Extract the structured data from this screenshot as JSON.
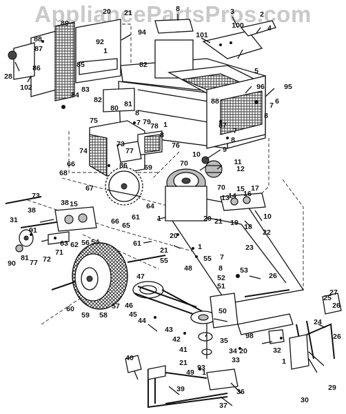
{
  "watermark": "AppliancePartsPros.com",
  "callouts": [
    {
      "id": "p8a",
      "text": "8"
    },
    {
      "id": "p20",
      "text": "20"
    },
    {
      "id": "p21",
      "text": "21"
    },
    {
      "id": "p89",
      "text": "89"
    },
    {
      "id": "p88",
      "text": "88"
    },
    {
      "id": "p87",
      "text": "87"
    },
    {
      "id": "p86a",
      "text": "86"
    },
    {
      "id": "p92",
      "text": "92"
    },
    {
      "id": "p1a",
      "text": "1"
    },
    {
      "id": "p94",
      "text": "94"
    },
    {
      "id": "p3",
      "text": "3"
    },
    {
      "id": "p2",
      "text": "2"
    },
    {
      "id": "p100",
      "text": "100"
    },
    {
      "id": "p4",
      "text": "4"
    },
    {
      "id": "p101",
      "text": "101"
    },
    {
      "id": "p28",
      "text": "28"
    },
    {
      "id": "p102",
      "text": "102"
    },
    {
      "id": "p85",
      "text": "85"
    },
    {
      "id": "p83",
      "text": "83"
    },
    {
      "id": "p84",
      "text": "84"
    },
    {
      "id": "p82a",
      "text": "82"
    },
    {
      "id": "p82b",
      "text": "82"
    },
    {
      "id": "p80",
      "text": "80"
    },
    {
      "id": "p81",
      "text": "81"
    },
    {
      "id": "p5",
      "text": "5"
    },
    {
      "id": "p95",
      "text": "95"
    },
    {
      "id": "p96",
      "text": "96"
    },
    {
      "id": "p6",
      "text": "6"
    },
    {
      "id": "p7a",
      "text": "7"
    },
    {
      "id": "p8b",
      "text": "8"
    },
    {
      "id": "p88b",
      "text": "88"
    },
    {
      "id": "p87b",
      "text": "87"
    },
    {
      "id": "p7b",
      "text": "7"
    },
    {
      "id": "p8c",
      "text": "8"
    },
    {
      "id": "p9",
      "text": "9"
    },
    {
      "id": "p8d",
      "text": "8"
    },
    {
      "id": "p7c",
      "text": "7"
    },
    {
      "id": "p75",
      "text": "75"
    },
    {
      "id": "p79",
      "text": "79"
    },
    {
      "id": "p78",
      "text": "78"
    },
    {
      "id": "p1b",
      "text": "1"
    },
    {
      "id": "p8e",
      "text": "8"
    },
    {
      "id": "p73a",
      "text": "73"
    },
    {
      "id": "p77a",
      "text": "77"
    },
    {
      "id": "p76",
      "text": "76"
    },
    {
      "id": "p74",
      "text": "74"
    },
    {
      "id": "p66a",
      "text": "66"
    },
    {
      "id": "p68",
      "text": "68"
    },
    {
      "id": "p86b",
      "text": "86"
    },
    {
      "id": "p69",
      "text": "69"
    },
    {
      "id": "p67",
      "text": "67"
    },
    {
      "id": "p10a",
      "text": "10"
    },
    {
      "id": "p11",
      "text": "11"
    },
    {
      "id": "p12",
      "text": "12"
    },
    {
      "id": "p70a",
      "text": "70"
    },
    {
      "id": "p70b",
      "text": "70"
    },
    {
      "id": "p13",
      "text": "13"
    },
    {
      "id": "p14",
      "text": "14"
    },
    {
      "id": "p15a",
      "text": "15"
    },
    {
      "id": "p16",
      "text": "16"
    },
    {
      "id": "p17",
      "text": "17"
    },
    {
      "id": "p10b",
      "text": "10"
    },
    {
      "id": "p18",
      "text": "18"
    },
    {
      "id": "p19",
      "text": "19"
    },
    {
      "id": "p73b",
      "text": "73"
    },
    {
      "id": "p38a",
      "text": "38"
    },
    {
      "id": "p38b",
      "text": "38"
    },
    {
      "id": "p15b",
      "text": "15"
    },
    {
      "id": "p31",
      "text": "31"
    },
    {
      "id": "p91",
      "text": "91"
    },
    {
      "id": "p90",
      "text": "90"
    },
    {
      "id": "p81b",
      "text": "81"
    },
    {
      "id": "p77b",
      "text": "77"
    },
    {
      "id": "p72",
      "text": "72"
    },
    {
      "id": "p71",
      "text": "71"
    },
    {
      "id": "p63",
      "text": "63"
    },
    {
      "id": "p62",
      "text": "62"
    },
    {
      "id": "p56",
      "text": "56"
    },
    {
      "id": "p54",
      "text": "54"
    },
    {
      "id": "p64",
      "text": "64"
    },
    {
      "id": "p66b",
      "text": "66"
    },
    {
      "id": "p65",
      "text": "65"
    },
    {
      "id": "p61a",
      "text": "61"
    },
    {
      "id": "p1c",
      "text": "1"
    },
    {
      "id": "p20b",
      "text": "20"
    },
    {
      "id": "p21b",
      "text": "21"
    },
    {
      "id": "p22",
      "text": "22"
    },
    {
      "id": "p23",
      "text": "23"
    },
    {
      "id": "p61b",
      "text": "61"
    },
    {
      "id": "p20c",
      "text": "20"
    },
    {
      "id": "p21c",
      "text": "21"
    },
    {
      "id": "p55a",
      "text": "55"
    },
    {
      "id": "p1d",
      "text": "1"
    },
    {
      "id": "p55b",
      "text": "55"
    },
    {
      "id": "p48",
      "text": "48"
    },
    {
      "id": "p7d",
      "text": "7"
    },
    {
      "id": "p8f",
      "text": "8"
    },
    {
      "id": "p52",
      "text": "52"
    },
    {
      "id": "p53",
      "text": "53"
    },
    {
      "id": "p51",
      "text": "51"
    },
    {
      "id": "p26a",
      "text": "26"
    },
    {
      "id": "p47",
      "text": "47"
    },
    {
      "id": "p60",
      "text": "60"
    },
    {
      "id": "p59",
      "text": "59"
    },
    {
      "id": "p58",
      "text": "58"
    },
    {
      "id": "p57",
      "text": "57"
    },
    {
      "id": "p46",
      "text": "46"
    },
    {
      "id": "p45",
      "text": "45"
    },
    {
      "id": "p44",
      "text": "44"
    },
    {
      "id": "p50",
      "text": "50"
    },
    {
      "id": "p43",
      "text": "43"
    },
    {
      "id": "p42",
      "text": "42"
    },
    {
      "id": "p41",
      "text": "41"
    },
    {
      "id": "p93",
      "text": "93"
    },
    {
      "id": "p35",
      "text": "35"
    },
    {
      "id": "p34",
      "text": "34"
    },
    {
      "id": "p33",
      "text": "33"
    },
    {
      "id": "p20d",
      "text": "20"
    },
    {
      "id": "p98",
      "text": "98"
    },
    {
      "id": "p32",
      "text": "32"
    },
    {
      "id": "p27",
      "text": "27"
    },
    {
      "id": "p25",
      "text": "25"
    },
    {
      "id": "p26b",
      "text": "26"
    },
    {
      "id": "p26c",
      "text": "26"
    },
    {
      "id": "p24",
      "text": "24"
    },
    {
      "id": "p1e",
      "text": "1"
    },
    {
      "id": "p29",
      "text": "29"
    },
    {
      "id": "p30",
      "text": "30"
    },
    {
      "id": "p40",
      "text": "40"
    },
    {
      "id": "p21d",
      "text": "21"
    },
    {
      "id": "p49",
      "text": "49"
    },
    {
      "id": "p1f",
      "text": "1"
    },
    {
      "id": "p39",
      "text": "39"
    },
    {
      "id": "p36",
      "text": "36"
    },
    {
      "id": "p37",
      "text": "37"
    }
  ]
}
